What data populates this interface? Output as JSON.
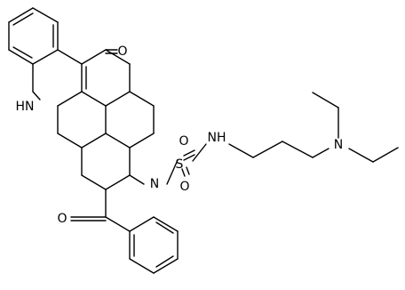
{
  "molecule": {
    "atom_labels": {
      "ketone_o_top": "O",
      "nh_ring": "HN",
      "ketone_o_bottom": "O",
      "n_ring": "N",
      "sulfur": "S",
      "sulfonyl_o_upper": "O",
      "sulfonyl_o_lower": "O",
      "sulfonamide_nh": "NH",
      "amine_n": "N"
    }
  }
}
